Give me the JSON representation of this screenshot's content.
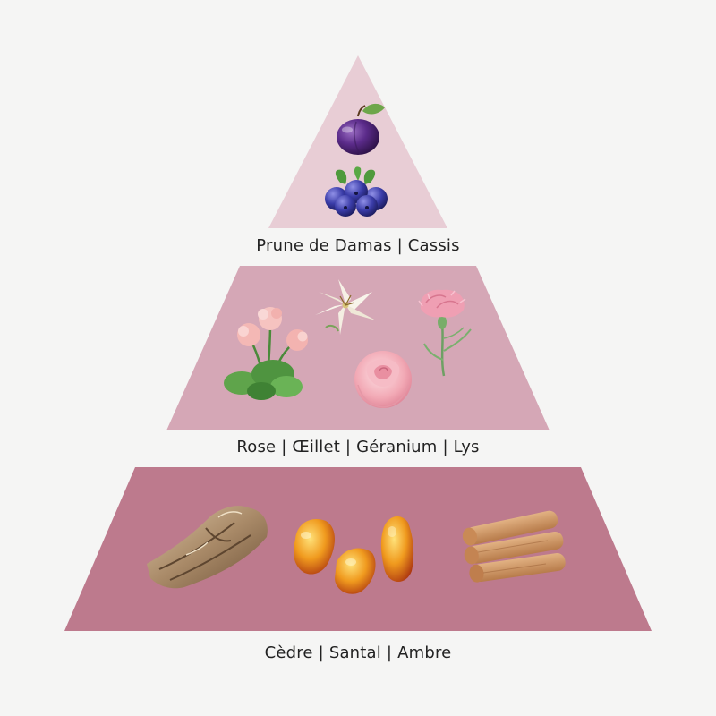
{
  "pyramid": {
    "top": {
      "label": "Prune de Damas | Cassis",
      "color": "#e8cdd5",
      "illustrations": [
        "plum-icon",
        "blackcurrant-icon"
      ]
    },
    "middle": {
      "label": "Rose | Œillet | Géranium | Lys",
      "color": "#d5a7b6",
      "illustrations": [
        "geranium-icon",
        "lily-icon",
        "carnation-icon",
        "rose-icon"
      ]
    },
    "base": {
      "label": "Cèdre | Santal | Ambre",
      "color": "#bd7a8d",
      "illustrations": [
        "cedar-bark-icon",
        "amber-stones-icon",
        "sandalwood-sticks-icon"
      ]
    }
  }
}
